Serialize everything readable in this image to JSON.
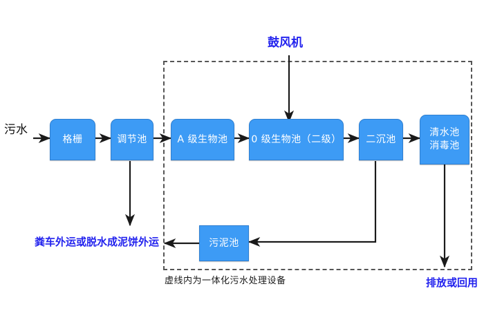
{
  "diagram": {
    "title_label": "鼓风机",
    "inlet_label": "污水",
    "caption": "虚线内为一体化污水处理设备",
    "colors": {
      "box_fill": "#3d9bf5",
      "box_border": "#2f7fd0",
      "box_text": "#ffffff",
      "blue_text": "#2222ee",
      "black_text": "#111111",
      "dashed_border": "#555555",
      "wire": "#1a1a1a",
      "background": "#ffffff"
    },
    "nodes": [
      {
        "id": "grate",
        "label": "格栅",
        "lines": [
          "格栅"
        ]
      },
      {
        "id": "regulator",
        "label": "调节池",
        "lines": [
          "调节池"
        ]
      },
      {
        "id": "a_stage",
        "label": "A 级生物池",
        "lines": [
          "A 级生物池"
        ]
      },
      {
        "id": "o_stage",
        "label": "0 级生物池（二级）",
        "lines": [
          "0 级生物池（二级）"
        ]
      },
      {
        "id": "clarifier",
        "label": "二沉池",
        "lines": [
          "二沉池"
        ]
      },
      {
        "id": "clearwater",
        "label": "清水池 消毒池",
        "lines": [
          "清水池",
          "消毒池"
        ]
      },
      {
        "id": "sludge",
        "label": "污泥池",
        "lines": [
          "污泥池"
        ]
      }
    ],
    "outputs": {
      "sludge_disposal": "粪车外运或脱水成泥饼外运",
      "effluent": "排放或回用"
    }
  }
}
